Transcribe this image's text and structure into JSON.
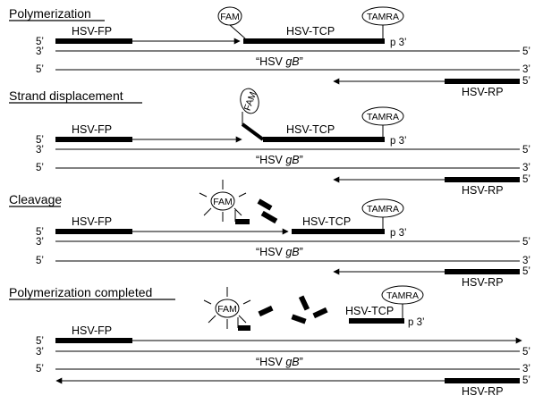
{
  "panels": [
    {
      "title": "Polymerization"
    },
    {
      "title": "Strand displacement"
    },
    {
      "title": "Cleavage"
    },
    {
      "title": "Polymerization completed"
    }
  ],
  "labels": {
    "forward_primer": "HSV-FP",
    "reverse_primer": "HSV-RP",
    "probe": "HSV-TCP",
    "reporter": "FAM",
    "quencher": "TAMRA",
    "target_prefix": "“HSV ",
    "target_gene": "gB",
    "target_suffix": "”",
    "five_prime": "5’",
    "three_prime": "3’",
    "probe_end": "p 3’"
  }
}
